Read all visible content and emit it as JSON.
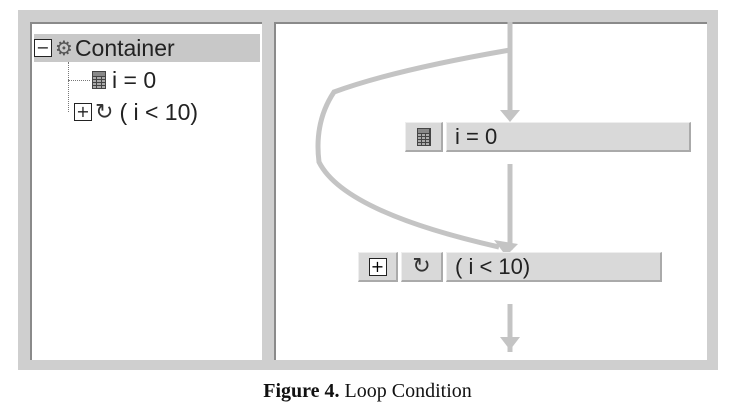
{
  "tree": {
    "root": {
      "label": "Container",
      "expander": "−",
      "icon": "gears-icon",
      "selected": true
    },
    "children": [
      {
        "label": "i = 0",
        "icon": "calculator-icon"
      },
      {
        "label": "( i < 10)",
        "icon": "loop-icon",
        "expander": "+"
      }
    ]
  },
  "flow": {
    "nodes": [
      {
        "label": "i = 0",
        "icon": "calculator-icon"
      },
      {
        "label": "( i < 10)",
        "icon": "loop-icon",
        "expander": "+"
      }
    ],
    "colors": {
      "edge": "#c4c4c4",
      "node_bg": "#d9d9d9"
    }
  },
  "caption": {
    "figure": "Figure 4.",
    "text": " Loop Condition"
  }
}
